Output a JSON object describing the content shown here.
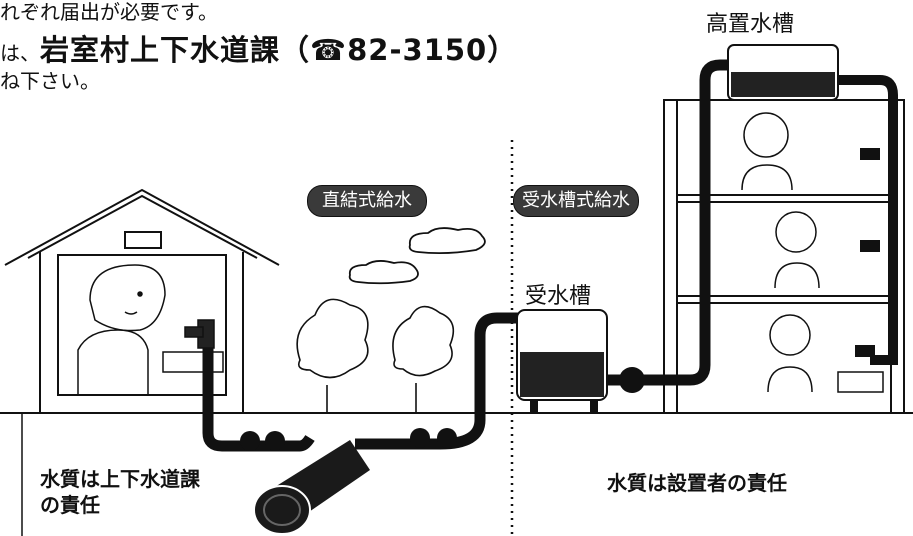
{
  "intro": {
    "line1": "れぞれ届出が必要です。",
    "line2_prefix": "は、",
    "line2_bold": "岩室村上下水道課（☎82-3150）",
    "line3": "ね下さい。"
  },
  "labels": {
    "direct_supply": "直結式給水",
    "tank_supply": "受水槽式給水",
    "receiving_tank": "受水槽",
    "elevated_tank": "高置水槽"
  },
  "responsibility": {
    "left_line1": "水質は上下水道課",
    "left_line2": "の責任",
    "right": "水質は設置者の責任"
  }
}
